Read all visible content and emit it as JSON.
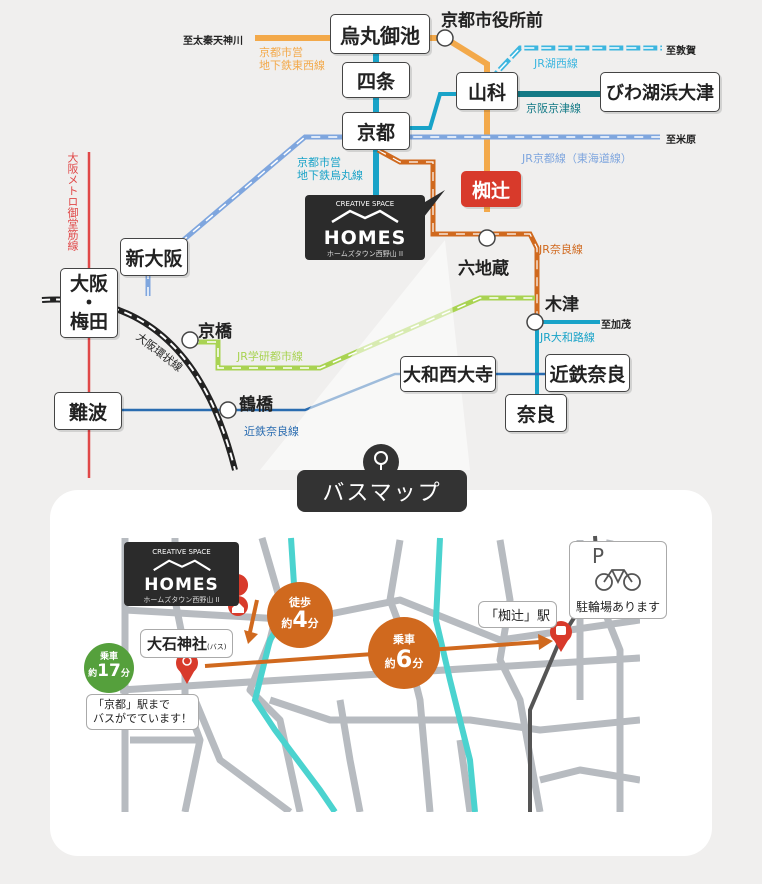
{
  "stations": {
    "karasuma_oike": "烏丸御池",
    "shijo": "四条",
    "kyoto": "京都",
    "yamashina": "山科",
    "biwako_hama_otsu": "びわ湖浜大津",
    "hosonotsuji": "椥辻",
    "rokujizo": "六地蔵",
    "kizu": "木津",
    "shin_osaka": "新大阪",
    "osaka_umeda": [
      "大阪",
      "・",
      "梅田"
    ],
    "kyobashi": "京橋",
    "yamato_saidaiji": "大和西大寺",
    "kintetsu_nara": "近鉄奈良",
    "nara": "奈良",
    "namba": "難波",
    "tsuruhashi": "鶴橋",
    "kyoto_shiyakusho": "京都市役所前"
  },
  "lines": {
    "tozai": [
      "京都市営",
      "地下鉄東西線"
    ],
    "karasuma": [
      "京都市営",
      "地下鉄烏丸線"
    ],
    "jr_kosei": "JR湖西線",
    "keihan_keishin": "京阪京津線",
    "jr_kyoto": "JR京都線（東海道線）",
    "jr_nara": "JR奈良線",
    "jr_yamatoji": "JR大和路線",
    "jr_gakkentoshi": "JR学研都市線",
    "osaka_kanjo": "大阪環状線",
    "kintetsu_nara": "近鉄奈良線",
    "midosuji": "大阪メトロ御堂筋線"
  },
  "directions": {
    "uzumasa": "至太秦天神川",
    "tsuruga": "至敦賀",
    "maibara": "至米原",
    "kamo": "至加茂"
  },
  "homes": {
    "sub": "CREATIVE SPACE",
    "title": "HOMES",
    "town": "ホームズタウン西野山 II"
  },
  "busmap": {
    "title": "バスマップ",
    "walk": {
      "label": "徒歩",
      "prefix": "約",
      "num": "4",
      "unit": "分"
    },
    "ride6": {
      "label": "乗車",
      "prefix": "約",
      "num": "6",
      "unit": "分"
    },
    "ride17": {
      "label": "乗車",
      "prefix": "約",
      "num": "17",
      "unit": "分"
    },
    "shrine": "大石神社",
    "shrine_note": "(バス)",
    "kyoto_note": [
      "「京都」駅まで",
      "バスがでています！"
    ],
    "station_note": "「椥辻」駅",
    "parking_p": "P",
    "parking": "駐輪場あります"
  },
  "colors": {
    "tozai": "#f3a94a",
    "karasuma": "#19a3c8",
    "jr_kosei": "#3cb6df",
    "keihan": "#147a86",
    "jr_kyoto": "#7fa6de",
    "jr_nara": "#d0691e",
    "gakken": "#a9d352",
    "kintetsu": "#2a6cb0",
    "midosuji": "#e04848",
    "hosonotsuji": "#d83a2b",
    "walk": "#d0691e",
    "ride17": "#55a03c"
  }
}
